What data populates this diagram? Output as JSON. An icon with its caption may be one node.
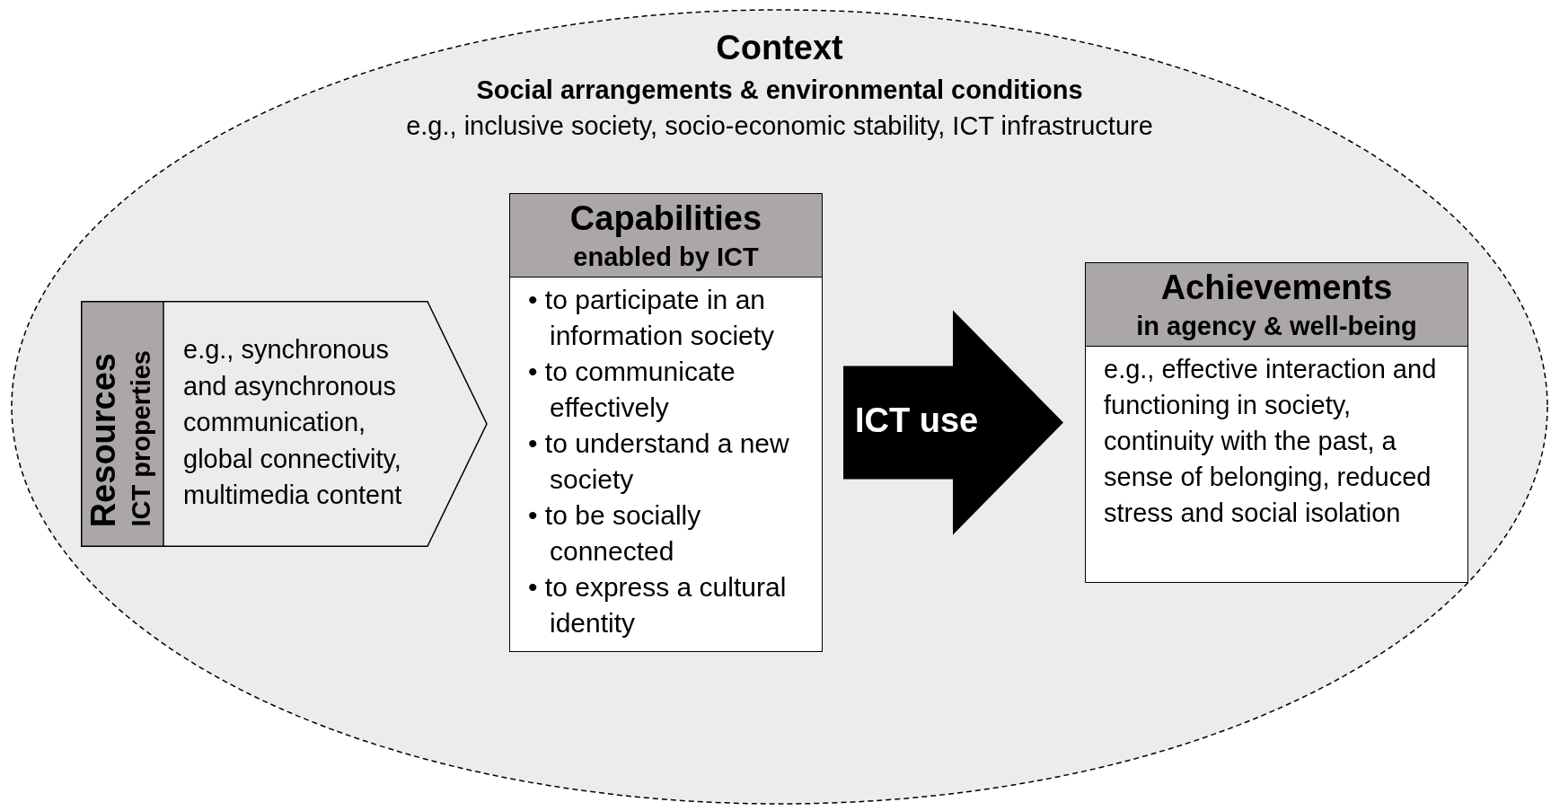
{
  "diagram": {
    "nodes": [
      {
        "text": [
          "Context",
          "Social arrangements & environmental conditions",
          "e.g., inclusive society, socio-economic stability, ICT infrastructure"
        ]
      },
      {
        "text": [
          "Resources",
          "ICT properties",
          "e.g., synchronous and asynchronous communication, global connectivity, multimedia content"
        ],
        "in": 0
      },
      {
        "text": [
          "Capabilities",
          "enabled by ICT",
          "• to participate in an information society",
          "• to communicate effectively",
          "• to understand a new society",
          "• to be socially connected",
          "• to express a cultural identity"
        ],
        "in": 0
      },
      {
        "text": [
          "Achievements",
          "in agency & well-being",
          "e.g., effective interaction and functioning in society, continuity with the past, a sense of belonging, reduced stress and social isolation"
        ],
        "in": 0
      }
    ],
    "edges": [
      {
        "from": 2,
        "to": 3,
        "arrow": "to",
        "label": "ICT use",
        "style": "thick"
      }
    ]
  }
}
